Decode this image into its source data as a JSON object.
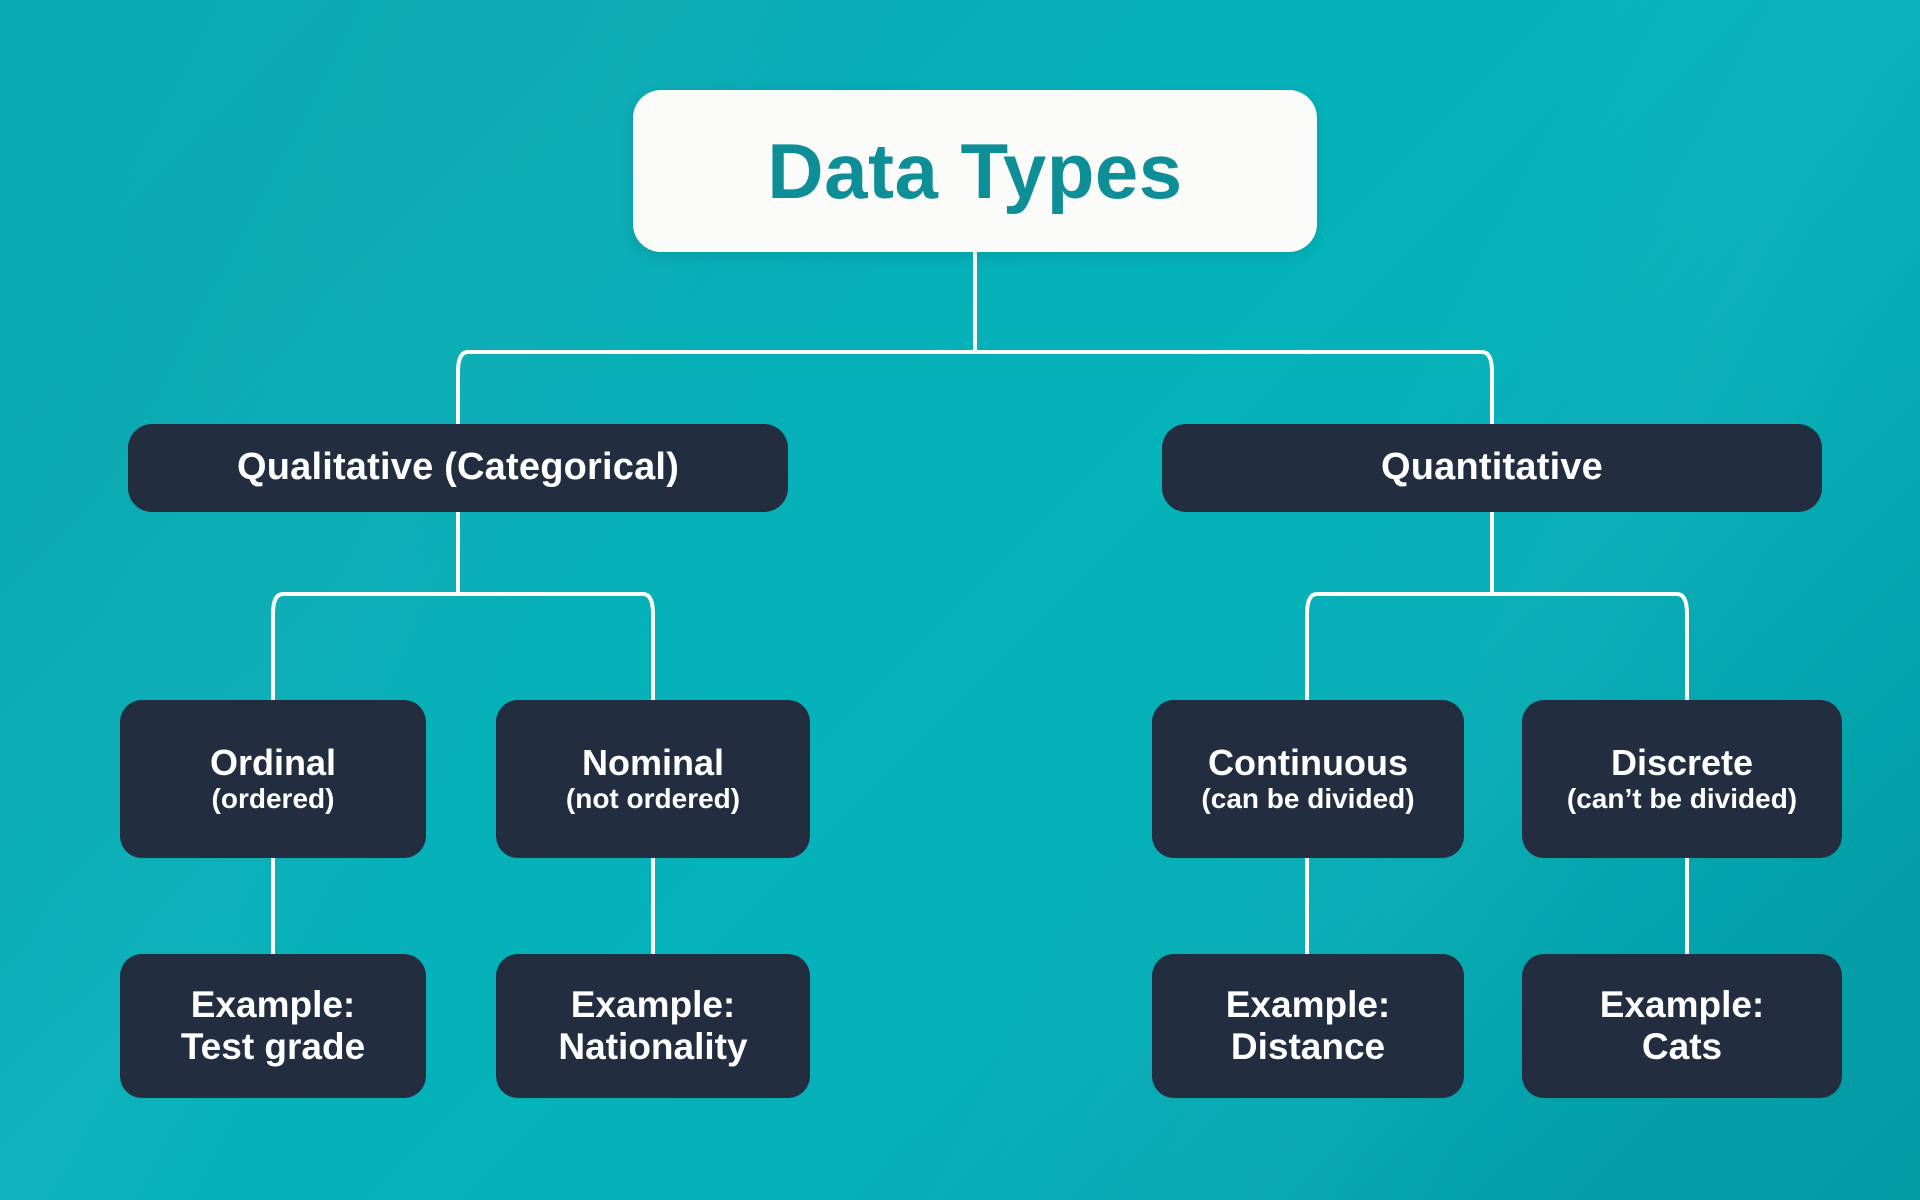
{
  "diagram": {
    "title": "Data Types",
    "background_color": "#06adb6",
    "node_color": "#222e40",
    "title_card_color": "#fbfbfa",
    "title_text_color": "#0e8e96",
    "connector_color": "#ffffff",
    "root": {
      "label": "Data Types"
    },
    "branches": [
      {
        "id": "qualitative",
        "label": "Qualitative (Categorical)",
        "children": [
          {
            "id": "ordinal",
            "label": "Ordinal",
            "sublabel": "(ordered)",
            "example": {
              "label": "Example:",
              "value": "Test grade"
            }
          },
          {
            "id": "nominal",
            "label": "Nominal",
            "sublabel": "(not ordered)",
            "example": {
              "label": "Example:",
              "value": "Nationality"
            }
          }
        ]
      },
      {
        "id": "quantitative",
        "label": "Quantitative",
        "children": [
          {
            "id": "continuous",
            "label": "Continuous",
            "sublabel": "(can be divided)",
            "example": {
              "label": "Example:",
              "value": "Distance"
            }
          },
          {
            "id": "discrete",
            "label": "Discrete",
            "sublabel": "(can’t be divided)",
            "example": {
              "label": "Example:",
              "value": "Cats"
            }
          }
        ]
      }
    ]
  }
}
